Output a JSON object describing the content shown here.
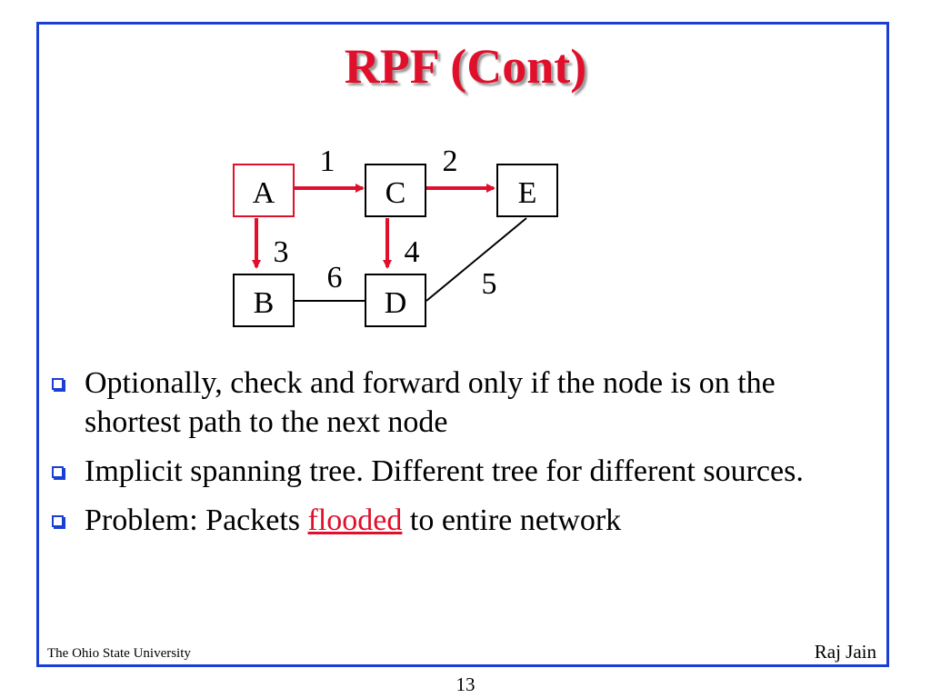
{
  "title": "RPF (Cont)",
  "diagram": {
    "nodes": {
      "A": "A",
      "B": "B",
      "C": "C",
      "D": "D",
      "E": "E"
    },
    "edge_labels": {
      "ac": "1",
      "ce": "2",
      "ab": "3",
      "cd": "4",
      "de": "5",
      "bd": "6"
    },
    "colors": {
      "arrow": "#e0102c",
      "source_border": "#e0102c",
      "node_border": "#000000"
    }
  },
  "bullets": {
    "b1": "Optionally, check and forward only if the node is on the shortest path to the next node",
    "b2": "Implicit spanning tree. Different tree for different sources.",
    "b3_before": "Problem: Packets ",
    "b3_highlight": "flooded",
    "b3_after": " to entire network"
  },
  "footer": {
    "left": "The Ohio State University",
    "right": "Raj Jain",
    "page": "13"
  },
  "colors": {
    "frame": "#1a3fd6",
    "title": "#e0102c"
  }
}
